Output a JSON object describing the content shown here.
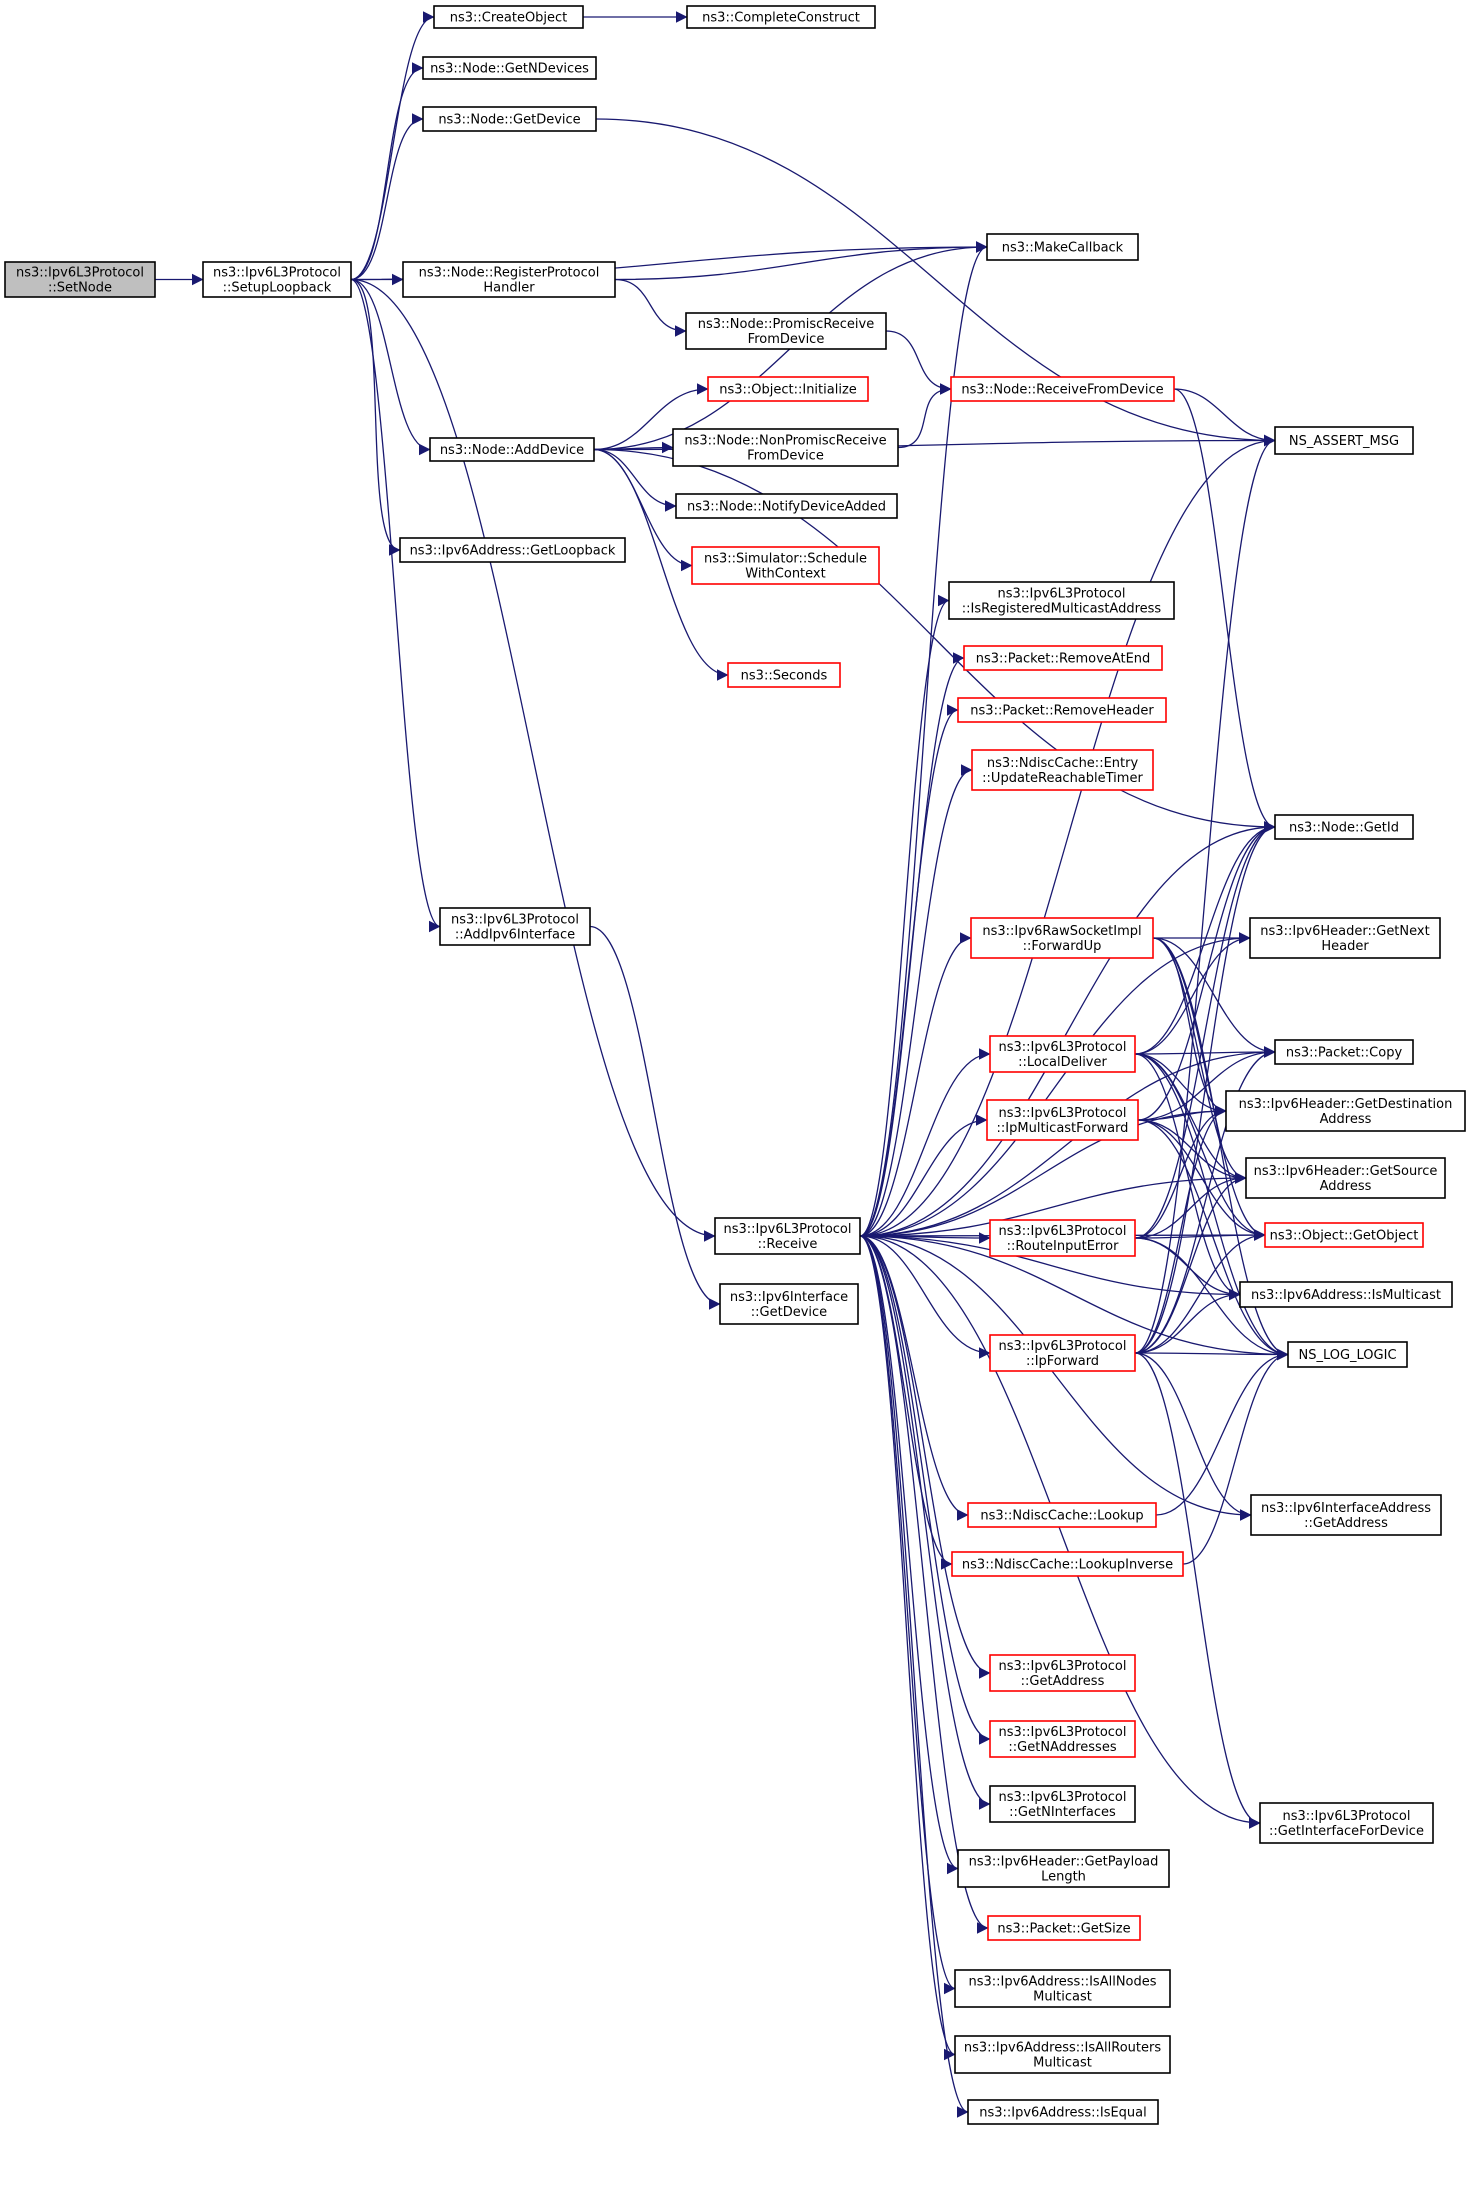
{
  "colors": {
    "edge": "#191970",
    "root_fill": "#bfbfbf",
    "node_fill": "#ffffff",
    "node_border": "#000000",
    "external_border": "#ff0000"
  },
  "nodes": [
    {
      "id": "setnode",
      "lines": [
        "ns3::Ipv6L3Protocol",
        "::SetNode"
      ],
      "kind": "root"
    },
    {
      "id": "setuploopback",
      "lines": [
        "ns3::Ipv6L3Protocol",
        "::SetupLoopback"
      ],
      "kind": "normal"
    },
    {
      "id": "createobject",
      "lines": [
        "ns3::CreateObject"
      ],
      "kind": "normal"
    },
    {
      "id": "completeconstruct",
      "lines": [
        "ns3::CompleteConstruct"
      ],
      "kind": "normal"
    },
    {
      "id": "getndevices",
      "lines": [
        "ns3::Node::GetNDevices"
      ],
      "kind": "normal"
    },
    {
      "id": "getdevice",
      "lines": [
        "ns3::Node::GetDevice"
      ],
      "kind": "normal"
    },
    {
      "id": "makecallback",
      "lines": [
        "ns3::MakeCallback"
      ],
      "kind": "normal"
    },
    {
      "id": "registerprotocol",
      "lines": [
        "ns3::Node::RegisterProtocol",
        "Handler"
      ],
      "kind": "normal"
    },
    {
      "id": "promiscreceive",
      "lines": [
        "ns3::Node::PromiscReceive",
        "FromDevice"
      ],
      "kind": "normal"
    },
    {
      "id": "receivefromdevice",
      "lines": [
        "ns3::Node::ReceiveFromDevice"
      ],
      "kind": "red"
    },
    {
      "id": "objinitialize",
      "lines": [
        "ns3::Object::Initialize"
      ],
      "kind": "red"
    },
    {
      "id": "nassertmsg",
      "lines": [
        "NS_ASSERT_MSG"
      ],
      "kind": "normal"
    },
    {
      "id": "adddevice",
      "lines": [
        "ns3::Node::AddDevice"
      ],
      "kind": "normal"
    },
    {
      "id": "nonpromisc",
      "lines": [
        "ns3::Node::NonPromiscReceive",
        "FromDevice"
      ],
      "kind": "normal"
    },
    {
      "id": "notifydevice",
      "lines": [
        "ns3::Node::NotifyDeviceAdded"
      ],
      "kind": "normal"
    },
    {
      "id": "getloopback",
      "lines": [
        "ns3::Ipv6Address::GetLoopback"
      ],
      "kind": "normal"
    },
    {
      "id": "schedwithctx",
      "lines": [
        "ns3::Simulator::Schedule",
        "WithContext"
      ],
      "kind": "red"
    },
    {
      "id": "isregmc",
      "lines": [
        "ns3::Ipv6L3Protocol",
        "::IsRegisteredMulticastAddress"
      ],
      "kind": "normal"
    },
    {
      "id": "seconds",
      "lines": [
        "ns3::Seconds"
      ],
      "kind": "red"
    },
    {
      "id": "removeatend",
      "lines": [
        "ns3::Packet::RemoveAtEnd"
      ],
      "kind": "red"
    },
    {
      "id": "removeheader",
      "lines": [
        "ns3::Packet::RemoveHeader"
      ],
      "kind": "red"
    },
    {
      "id": "updatereach",
      "lines": [
        "ns3::NdiscCache::Entry",
        "::UpdateReachableTimer"
      ],
      "kind": "red"
    },
    {
      "id": "nodegetid",
      "lines": [
        "ns3::Node::GetId"
      ],
      "kind": "normal"
    },
    {
      "id": "addipv6if",
      "lines": [
        "ns3::Ipv6L3Protocol",
        "::AddIpv6Interface"
      ],
      "kind": "normal"
    },
    {
      "id": "forwardup",
      "lines": [
        "ns3::Ipv6RawSocketImpl",
        "::ForwardUp"
      ],
      "kind": "red"
    },
    {
      "id": "getnexthdr",
      "lines": [
        "ns3::Ipv6Header::GetNext",
        "Header"
      ],
      "kind": "normal"
    },
    {
      "id": "localdeliver",
      "lines": [
        "ns3::Ipv6L3Protocol",
        "::LocalDeliver"
      ],
      "kind": "red"
    },
    {
      "id": "pktcopy",
      "lines": [
        "ns3::Packet::Copy"
      ],
      "kind": "normal"
    },
    {
      "id": "ipmcfwd",
      "lines": [
        "ns3::Ipv6L3Protocol",
        "::IpMulticastForward"
      ],
      "kind": "red"
    },
    {
      "id": "getdest",
      "lines": [
        "ns3::Ipv6Header::GetDestination",
        "Address"
      ],
      "kind": "normal"
    },
    {
      "id": "getsrc",
      "lines": [
        "ns3::Ipv6Header::GetSource",
        "Address"
      ],
      "kind": "normal"
    },
    {
      "id": "receive",
      "lines": [
        "ns3::Ipv6L3Protocol",
        "::Receive"
      ],
      "kind": "normal"
    },
    {
      "id": "routeinerr",
      "lines": [
        "ns3::Ipv6L3Protocol",
        "::RouteInputError"
      ],
      "kind": "red"
    },
    {
      "id": "getobject",
      "lines": [
        "ns3::Object::GetObject"
      ],
      "kind": "red"
    },
    {
      "id": "ifgetdevice",
      "lines": [
        "ns3::Ipv6Interface",
        "::GetDevice"
      ],
      "kind": "normal"
    },
    {
      "id": "ismulticast",
      "lines": [
        "ns3::Ipv6Address::IsMulticast"
      ],
      "kind": "normal"
    },
    {
      "id": "ipforward",
      "lines": [
        "ns3::Ipv6L3Protocol",
        "::IpForward"
      ],
      "kind": "red"
    },
    {
      "id": "nsloglogic",
      "lines": [
        "NS_LOG_LOGIC"
      ],
      "kind": "normal"
    },
    {
      "id": "ndlookup",
      "lines": [
        "ns3::NdiscCache::Lookup"
      ],
      "kind": "red"
    },
    {
      "id": "ifaddrgetaddr",
      "lines": [
        "ns3::Ipv6InterfaceAddress",
        "::GetAddress"
      ],
      "kind": "normal"
    },
    {
      "id": "ndlookupinv",
      "lines": [
        "ns3::NdiscCache::LookupInverse"
      ],
      "kind": "red"
    },
    {
      "id": "getaddress",
      "lines": [
        "ns3::Ipv6L3Protocol",
        "::GetAddress"
      ],
      "kind": "red"
    },
    {
      "id": "getnaddr",
      "lines": [
        "ns3::Ipv6L3Protocol",
        "::GetNAddresses"
      ],
      "kind": "red"
    },
    {
      "id": "getnif",
      "lines": [
        "ns3::Ipv6L3Protocol",
        "::GetNInterfaces"
      ],
      "kind": "normal"
    },
    {
      "id": "getifdev",
      "lines": [
        "ns3::Ipv6L3Protocol",
        "::GetInterfaceForDevice"
      ],
      "kind": "normal"
    },
    {
      "id": "getpayload",
      "lines": [
        "ns3::Ipv6Header::GetPayload",
        "Length"
      ],
      "kind": "normal"
    },
    {
      "id": "pktgetsize",
      "lines": [
        "ns3::Packet::GetSize"
      ],
      "kind": "red"
    },
    {
      "id": "isallnodes",
      "lines": [
        "ns3::Ipv6Address::IsAllNodes",
        "Multicast"
      ],
      "kind": "normal"
    },
    {
      "id": "isallrouters",
      "lines": [
        "ns3::Ipv6Address::IsAllRouters",
        "Multicast"
      ],
      "kind": "normal"
    },
    {
      "id": "isequal",
      "lines": [
        "ns3::Ipv6Address::IsEqual"
      ],
      "kind": "normal"
    }
  ],
  "edges": [
    [
      "setnode",
      "setuploopback"
    ],
    [
      "setuploopback",
      "createobject"
    ],
    [
      "setuploopback",
      "getndevices"
    ],
    [
      "setuploopback",
      "getdevice"
    ],
    [
      "setuploopback",
      "makecallback"
    ],
    [
      "setuploopback",
      "registerprotocol"
    ],
    [
      "setuploopback",
      "adddevice"
    ],
    [
      "setuploopback",
      "getloopback"
    ],
    [
      "setuploopback",
      "addipv6if"
    ],
    [
      "setuploopback",
      "receive"
    ],
    [
      "createobject",
      "completeconstruct"
    ],
    [
      "getdevice",
      "nassertmsg"
    ],
    [
      "registerprotocol",
      "makecallback"
    ],
    [
      "registerprotocol",
      "promiscreceive"
    ],
    [
      "promiscreceive",
      "receivefromdevice"
    ],
    [
      "receivefromdevice",
      "nassertmsg"
    ],
    [
      "receivefromdevice",
      "nodegetid"
    ],
    [
      "adddevice",
      "makecallback"
    ],
    [
      "adddevice",
      "objinitialize"
    ],
    [
      "adddevice",
      "nonpromisc"
    ],
    [
      "adddevice",
      "notifydevice"
    ],
    [
      "adddevice",
      "schedwithctx"
    ],
    [
      "adddevice",
      "seconds"
    ],
    [
      "adddevice",
      "nassertmsg"
    ],
    [
      "adddevice",
      "nodegetid"
    ],
    [
      "nonpromisc",
      "receivefromdevice"
    ],
    [
      "addipv6if",
      "ifgetdevice"
    ],
    [
      "receive",
      "makecallback"
    ],
    [
      "receive",
      "nassertmsg"
    ],
    [
      "receive",
      "isregmc"
    ],
    [
      "receive",
      "removeatend"
    ],
    [
      "receive",
      "removeheader"
    ],
    [
      "receive",
      "updatereach"
    ],
    [
      "receive",
      "nodegetid"
    ],
    [
      "receive",
      "getnexthdr"
    ],
    [
      "receive",
      "forwardup"
    ],
    [
      "receive",
      "pktcopy"
    ],
    [
      "receive",
      "localdeliver"
    ],
    [
      "receive",
      "ipmcfwd"
    ],
    [
      "receive",
      "getsrc"
    ],
    [
      "receive",
      "routeinerr"
    ],
    [
      "receive",
      "getobject"
    ],
    [
      "receive",
      "ipforward"
    ],
    [
      "receive",
      "nsloglogic"
    ],
    [
      "receive",
      "ndlookup"
    ],
    [
      "receive",
      "ndlookupinv"
    ],
    [
      "receive",
      "ifaddrgetaddr"
    ],
    [
      "receive",
      "getaddress"
    ],
    [
      "receive",
      "getnaddr"
    ],
    [
      "receive",
      "getnif"
    ],
    [
      "receive",
      "getpayload"
    ],
    [
      "receive",
      "pktgetsize"
    ],
    [
      "receive",
      "isallnodes"
    ],
    [
      "receive",
      "isallrouters"
    ],
    [
      "receive",
      "isequal"
    ],
    [
      "receive",
      "getifdev"
    ],
    [
      "receive",
      "ismulticast"
    ],
    [
      "receive",
      "getdest"
    ],
    [
      "forwardup",
      "getnexthdr"
    ],
    [
      "forwardup",
      "pktcopy"
    ],
    [
      "forwardup",
      "getdest"
    ],
    [
      "forwardup",
      "getsrc"
    ],
    [
      "forwardup",
      "getobject"
    ],
    [
      "forwardup",
      "nsloglogic"
    ],
    [
      "localdeliver",
      "nodegetid"
    ],
    [
      "localdeliver",
      "getnexthdr"
    ],
    [
      "localdeliver",
      "pktcopy"
    ],
    [
      "localdeliver",
      "getdest"
    ],
    [
      "localdeliver",
      "getsrc"
    ],
    [
      "localdeliver",
      "getobject"
    ],
    [
      "localdeliver",
      "ismulticast"
    ],
    [
      "localdeliver",
      "nsloglogic"
    ],
    [
      "ipmcfwd",
      "nodegetid"
    ],
    [
      "ipmcfwd",
      "pktcopy"
    ],
    [
      "ipmcfwd",
      "getdest"
    ],
    [
      "ipmcfwd",
      "getsrc"
    ],
    [
      "ipmcfwd",
      "getobject"
    ],
    [
      "ipmcfwd",
      "nsloglogic"
    ],
    [
      "routeinerr",
      "nodegetid"
    ],
    [
      "routeinerr",
      "getdest"
    ],
    [
      "routeinerr",
      "getsrc"
    ],
    [
      "routeinerr",
      "getobject"
    ],
    [
      "routeinerr",
      "ismulticast"
    ],
    [
      "routeinerr",
      "nsloglogic"
    ],
    [
      "ipforward",
      "nassertmsg"
    ],
    [
      "ipforward",
      "nodegetid"
    ],
    [
      "ipforward",
      "pktcopy"
    ],
    [
      "ipforward",
      "getdest"
    ],
    [
      "ipforward",
      "getsrc"
    ],
    [
      "ipforward",
      "getobject"
    ],
    [
      "ipforward",
      "ismulticast"
    ],
    [
      "ipforward",
      "nsloglogic"
    ],
    [
      "ipforward",
      "ifaddrgetaddr"
    ],
    [
      "ipforward",
      "getifdev"
    ],
    [
      "ndlookup",
      "nsloglogic"
    ],
    [
      "ndlookupinv",
      "nsloglogic"
    ]
  ]
}
